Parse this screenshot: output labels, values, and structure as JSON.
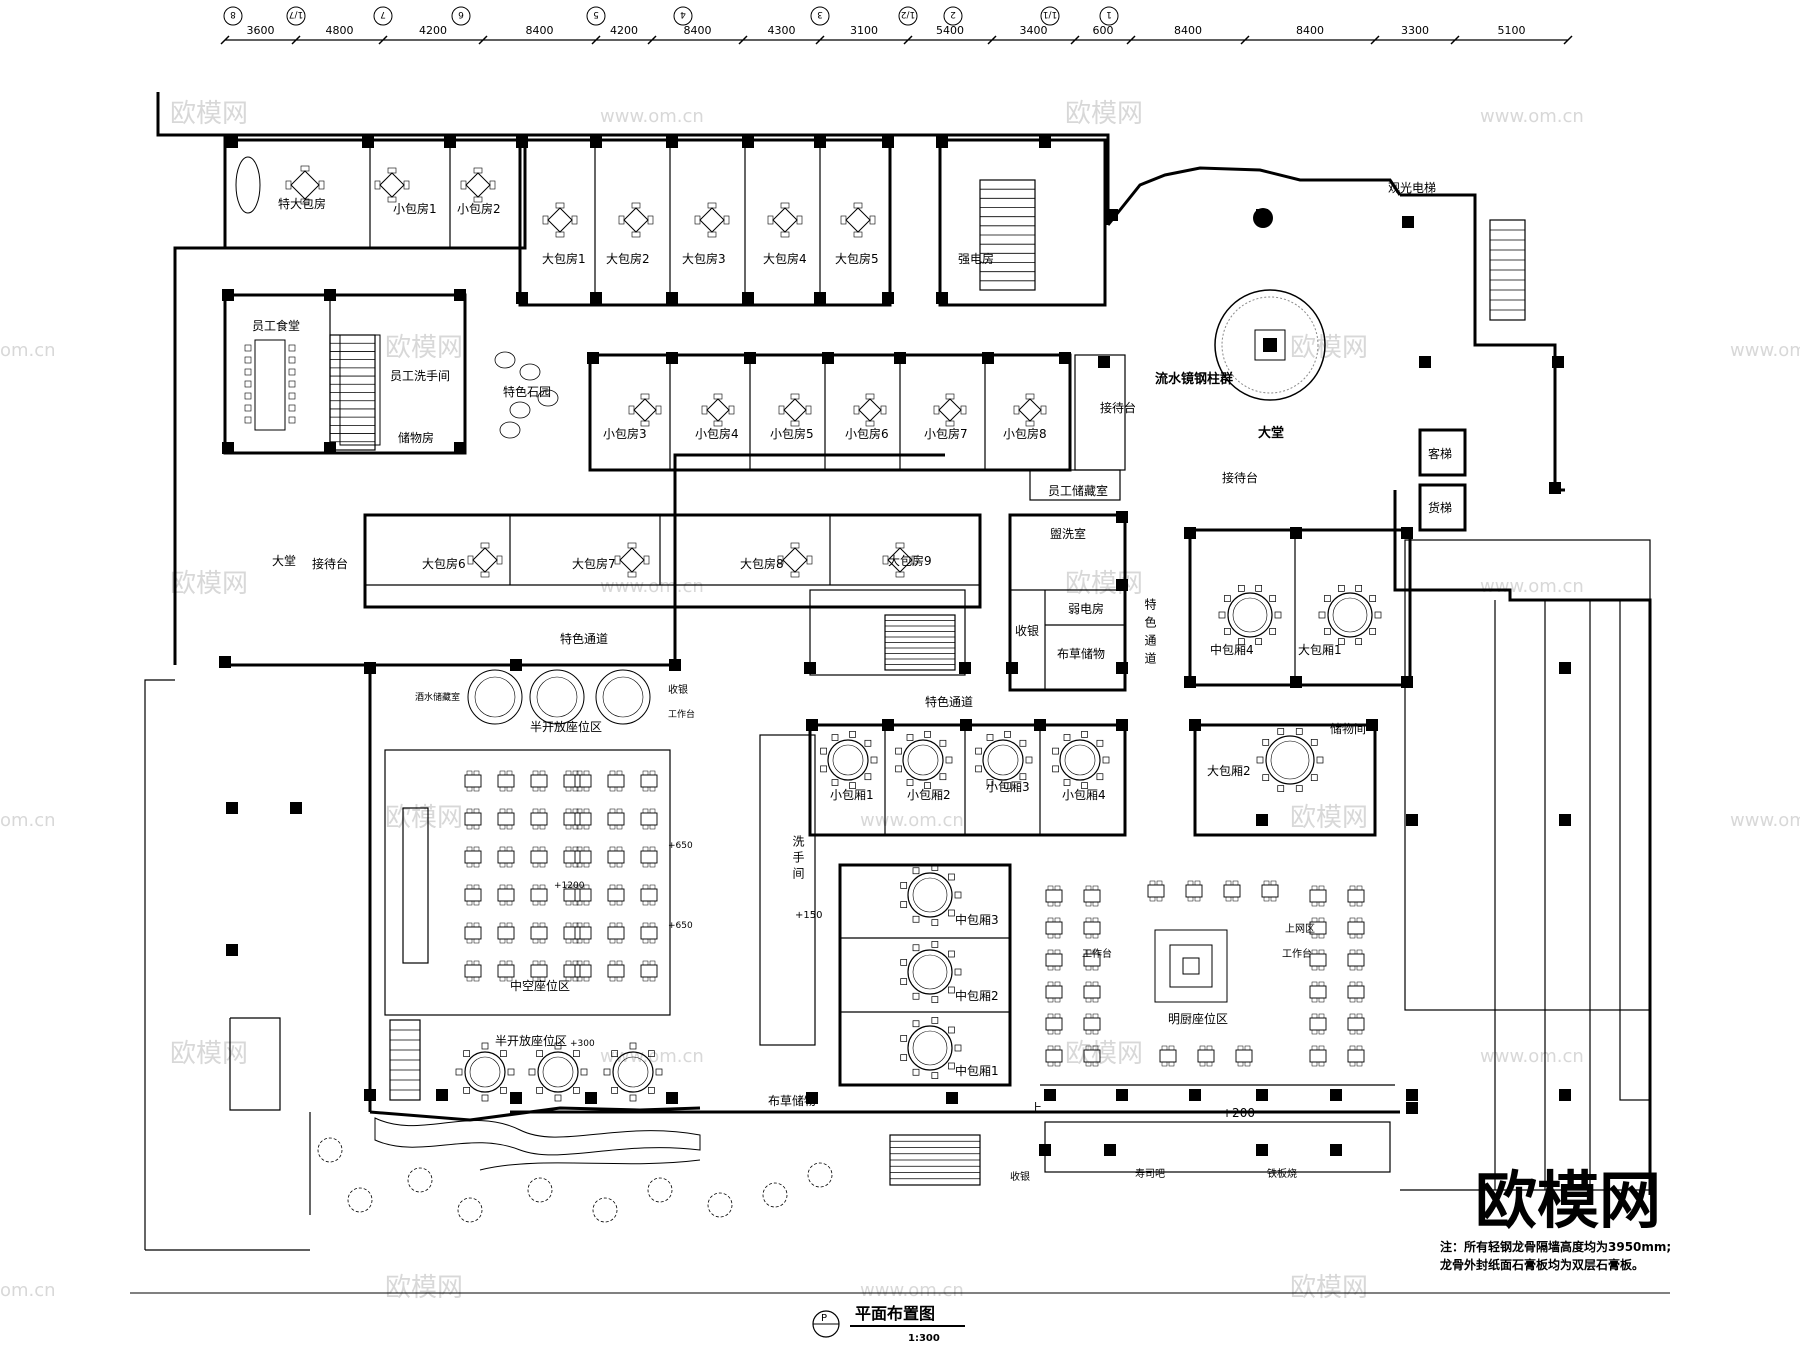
{
  "drawing": {
    "title": "平面布置图",
    "scale": "1:300",
    "sheet_mark": "P",
    "note_line1": "注：所有轻钢龙骨隔墙高度均为3950mm;",
    "note_line2": "龙骨外封纸面石膏板均为双层石膏板。",
    "logo_text": "欧模网",
    "watermark_cn": "欧模网",
    "watermark_url": "www.om.cn",
    "watermark_url_edge": "om.cn"
  },
  "axis": {
    "labels": [
      "8",
      "1/7",
      "7",
      "6",
      "5",
      "4",
      "3",
      "1/2",
      "2",
      "1/1",
      "1"
    ],
    "dimensions": [
      "3600",
      "4800",
      "4200",
      "8400",
      "4200",
      "8400",
      "4300",
      "3100",
      "5400",
      "3400",
      "600",
      "8400",
      "8400",
      "3300",
      "5100"
    ]
  },
  "rooms": {
    "te_da_bao": "特大包房",
    "xiao_bao_1": "小包房1",
    "xiao_bao_2": "小包房2",
    "da_bao_1": "大包房1",
    "da_bao_2": "大包房2",
    "da_bao_3": "大包房3",
    "da_bao_4": "大包房4",
    "da_bao_5": "大包房5",
    "qiang_dian": "强电房",
    "guan_guang_dianti": "观光电梯",
    "yuangong_shitang": "员工食堂",
    "yuangong_xishou": "员工洗手间",
    "chu_wu": "储物房",
    "tese_shiyuan": "特色石园",
    "xiao_bao_3": "小包房3",
    "xiao_bao_4": "小包房4",
    "xiao_bao_5": "小包房5",
    "xiao_bao_6": "小包房6",
    "xiao_bao_7": "小包房7",
    "xiao_bao_8": "小包房8",
    "liushui_jingzhu": "流水镜钢柱群",
    "jiedai_tai_1": "接待台",
    "da_tang_1": "大堂",
    "jiedai_tai_2": "接待台",
    "ke_ti": "客梯",
    "huo_ti": "货梯",
    "yuangong_chucang": "员工储藏室",
    "da_tang_2": "大堂",
    "jiedai_tai_3": "接待台",
    "da_bao_6": "大包房6",
    "da_bao_7": "大包房7",
    "da_bao_8": "大包房8",
    "da_bao_9": "大包房9",
    "guanxi_shi": "盥洗室",
    "shou_yin_1": "收银",
    "ruo_dian": "弱电房",
    "bucao_chuwu": "布草储物",
    "tese_tongdao_v": "特色通道",
    "tese_tongdao_1": "特色通道",
    "tese_tongdao_2": "特色通道",
    "zhong_bao_xiang_4": "中包厢4",
    "da_bao_xiang_1": "大包厢1",
    "jiushui_chucang": "酒水储藏室",
    "ban_kaifang_1": "半开放座位区",
    "shou_yin_2": "收银",
    "gongzuo_tai_1": "工作台",
    "xiao_bao_xiang_1": "小包厢1",
    "xiao_bao_xiang_2": "小包厢2",
    "xiao_bao_xiang_3": "小包厢3",
    "xiao_bao_xiang_4": "小包厢4",
    "chu_wu_jian": "储物间",
    "da_bao_xiang_2": "大包厢2",
    "xi_shou_jian": "洗手间",
    "plus_150": "+150",
    "plus_1200": "+1200",
    "plus_650_a": "+650",
    "plus_650_b": "+650",
    "zhong_kong": "中空座位区",
    "ban_kaifang_2": "半开放座位区",
    "plus_300": "+300",
    "zhong_bao_xiang_3": "中包厢3",
    "zhong_bao_xiang_2": "中包厢2",
    "zhong_bao_xiang_1": "中包厢1",
    "bucao_chuwu_2": "布草储物",
    "gongzuo_tai_2": "工作台",
    "gongzuo_tai_3": "工作台",
    "shang_wang_qu": "上网区",
    "ming_chu": "明厨座位区",
    "plus_200": "+200",
    "shou_yin_3": "收银",
    "up_mark": "上",
    "shou_si_ba": "寿司吧",
    "tie_ban_shao": "铁板烧"
  }
}
